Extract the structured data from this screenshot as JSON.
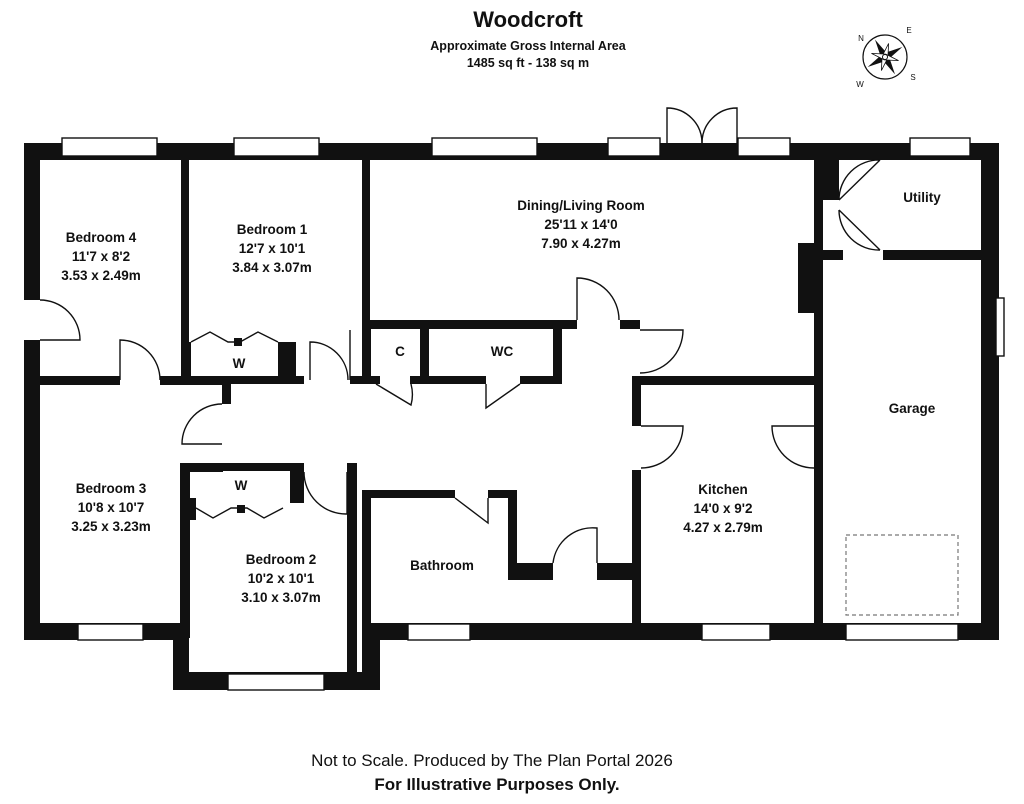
{
  "header": {
    "title": "Woodcroft",
    "subtitle": "Approximate Gross Internal Area",
    "area": "1485 sq ft - 138 sq m"
  },
  "rooms": {
    "bedroom4": {
      "name": "Bedroom 4",
      "imperial": "11'7 x 8'2",
      "metric": "3.53 x 2.49m"
    },
    "bedroom1": {
      "name": "Bedroom 1",
      "imperial": "12'7 x 10'1",
      "metric": "3.84 x 3.07m"
    },
    "dining": {
      "name": "Dining/Living Room",
      "imperial": "25'11 x 14'0",
      "metric": "7.90 x 4.27m"
    },
    "utility": {
      "name": "Utility"
    },
    "garage": {
      "name": "Garage"
    },
    "bedroom3": {
      "name": "Bedroom 3",
      "imperial": "10'8 x 10'7",
      "metric": "3.25 x 3.23m"
    },
    "bedroom2": {
      "name": "Bedroom 2",
      "imperial": "10'2 x 10'1",
      "metric": "3.10 x 3.07m"
    },
    "bathroom": {
      "name": "Bathroom"
    },
    "kitchen": {
      "name": "Kitchen",
      "imperial": "14'0 x 9'2",
      "metric": "4.27 x 2.79m"
    },
    "cupboard": {
      "name": "C"
    },
    "wc": {
      "name": "WC"
    },
    "wardrobe1": {
      "name": "W"
    },
    "wardrobe2": {
      "name": "W"
    }
  },
  "compass": {
    "n": "N",
    "e": "E",
    "s": "S",
    "w": "W"
  },
  "footer": {
    "line1": "Not to Scale. Produced by The Plan Portal 2026",
    "line2": "For Illustrative Purposes Only."
  }
}
